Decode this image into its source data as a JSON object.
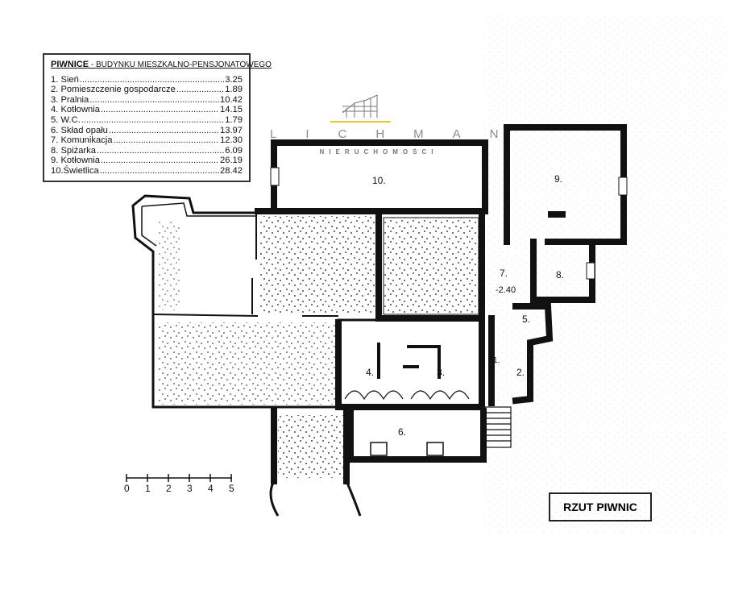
{
  "legend": {
    "title_bold": "PIWNICE",
    "title_rest": " - BUDYNKU MIESZKALNO-PENSJONATOWEGO",
    "rooms": [
      {
        "name": "1. Sień",
        "area": "3.25"
      },
      {
        "name": "2. Pomieszczenie gospodarcze",
        "area": "1.89"
      },
      {
        "name": "3. Pralnia",
        "area": "10.42"
      },
      {
        "name": "4. Kotłownia",
        "area": "14.15"
      },
      {
        "name": "5. W.C.",
        "area": "1.79"
      },
      {
        "name": "6. Skład opału",
        "area": "13.97"
      },
      {
        "name": "7. Komunikacja",
        "area": "12.30"
      },
      {
        "name": "8. Spiżarka",
        "area": "6.09"
      },
      {
        "name": "9. Kotłownia",
        "area": "26.19"
      },
      {
        "name": "10.Świetlica",
        "area": "28.42"
      }
    ]
  },
  "plan": {
    "labels": {
      "r10": "10.",
      "r9": "9.",
      "r8": "8.",
      "r7": "7.",
      "r5": "5.",
      "r4": "4.",
      "r3": "3.",
      "r2": "2.",
      "r1": "1.",
      "r6": "6.",
      "level": "-2.40"
    },
    "scale_ticks": [
      "0",
      "1",
      "2",
      "3",
      "4",
      "5"
    ]
  },
  "watermark": {
    "brand": "LICHMAN",
    "sub": "NIERUCHOMOŚCI"
  },
  "drawing_title": "RZUT PIWNIC"
}
